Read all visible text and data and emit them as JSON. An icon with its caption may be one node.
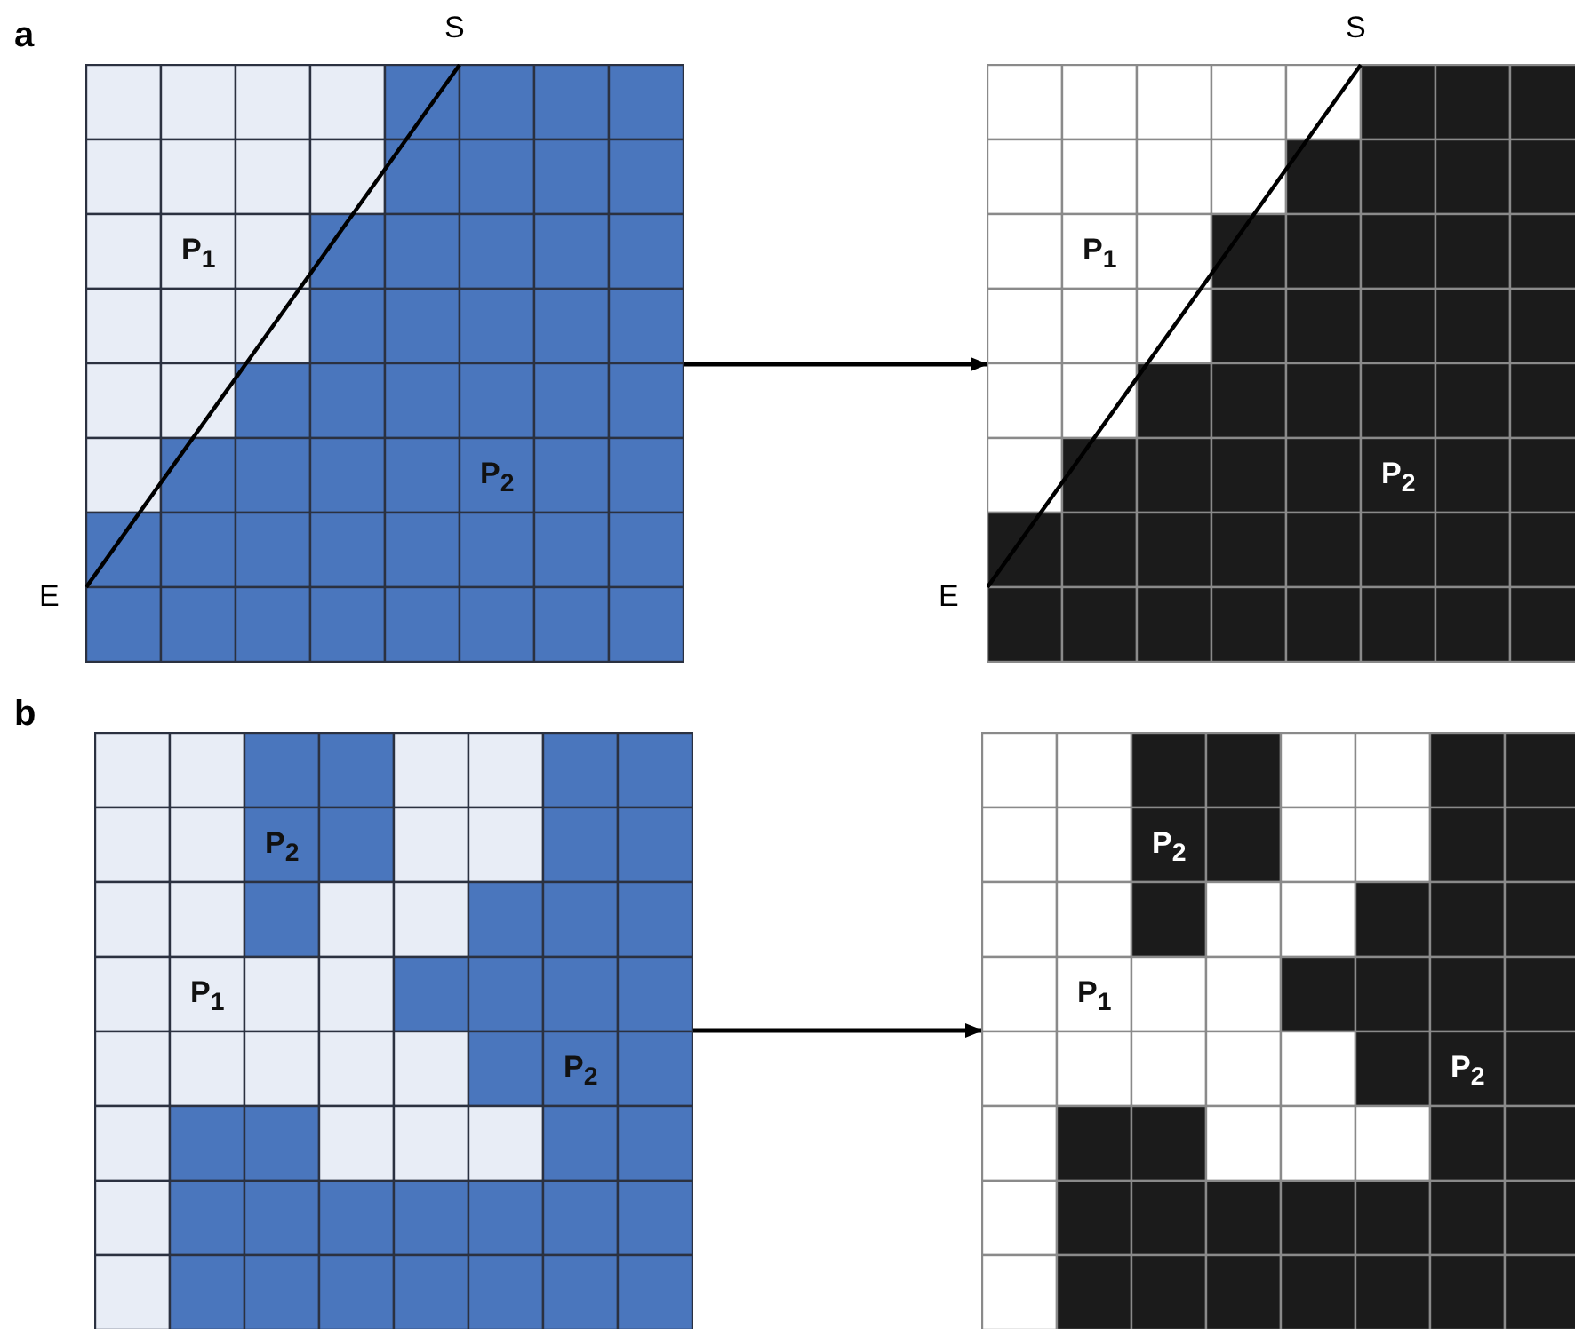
{
  "diagram": {
    "nodes": [
      {
        "text": [
          "P$_{1}$",
          "P$_{2}$"
        ]
      },
      {
        "text": [
          "P$_{1}$",
          "P$_{2}$"
        ]
      },
      {
        "text": [
          "P$_{2}$",
          "P$_{1}$",
          "P$_{2}$"
        ]
      },
      {
        "text": [
          "P$_{2}$",
          "P$_{1}$",
          "P$_{2}$"
        ]
      }
    ],
    "edges": [
      {
        "from": 0,
        "to": 1,
        "arrow": "to"
      },
      {
        "from": 2,
        "to": 3,
        "arrow": "to"
      }
    ],
    "labels": [
      "a",
      "S",
      "S",
      "E",
      "E",
      "b"
    ]
  }
}
